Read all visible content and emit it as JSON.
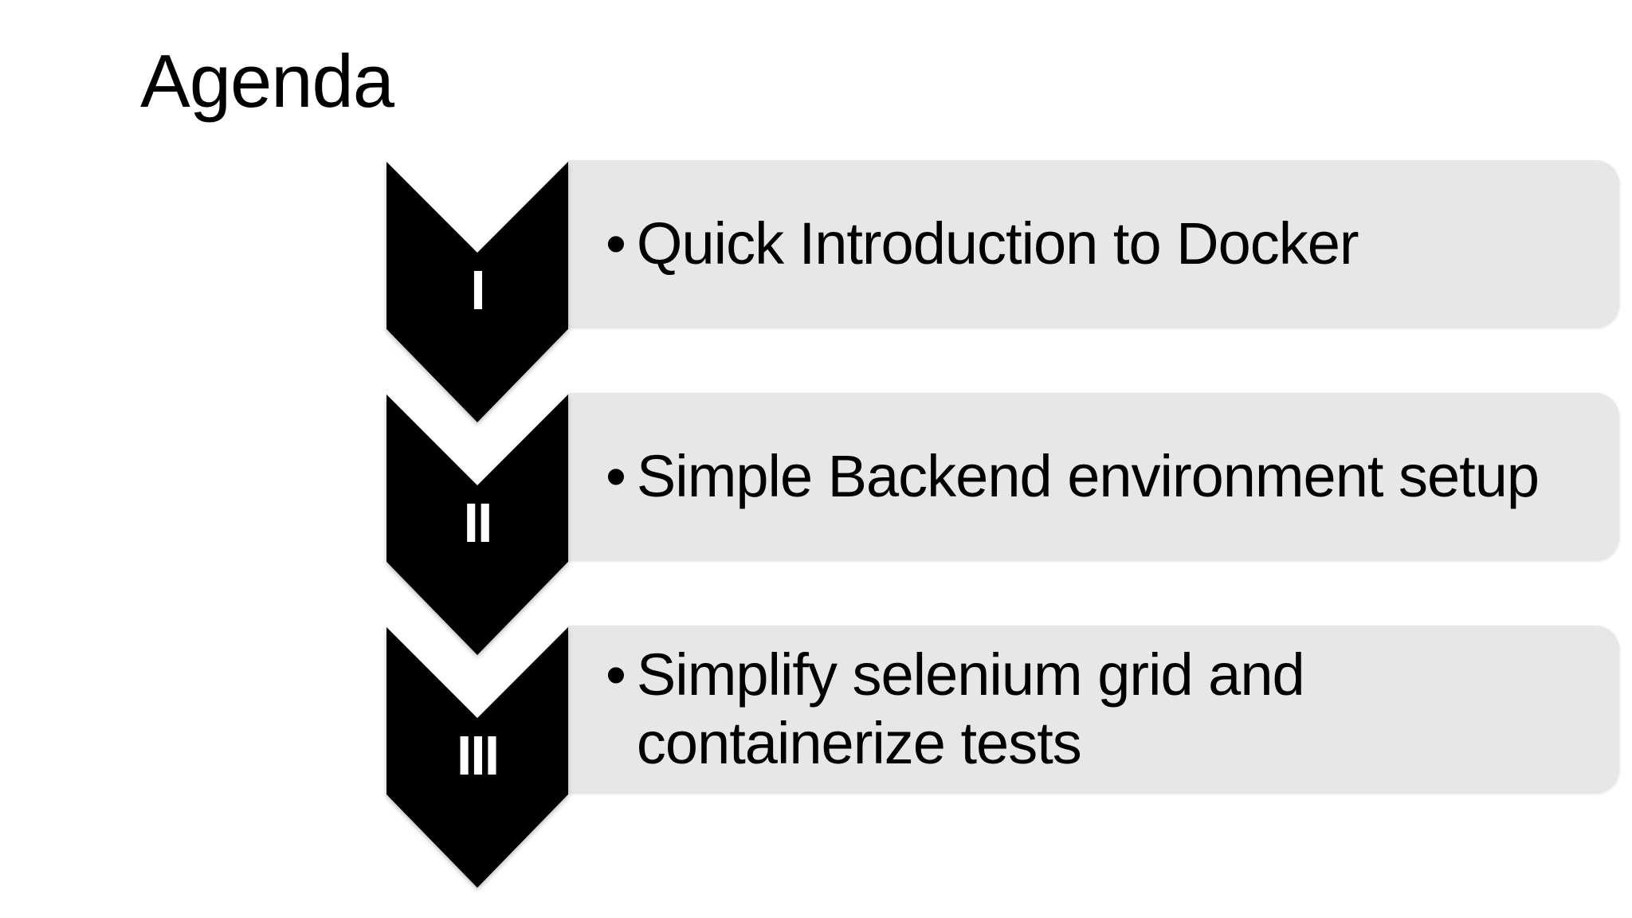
{
  "slide": {
    "title": "Agenda",
    "background_color": "#ffffff"
  },
  "diagram": {
    "type": "vertical-chevron-list",
    "chevron_fill": "#000000",
    "box_fill": "#e7e7e7",
    "text_color": "#000000",
    "numeral_color": "#ffffff",
    "bullet_char": "•",
    "steps": [
      {
        "numeral": "I",
        "text": "Quick Introduction to Docker"
      },
      {
        "numeral": "II",
        "text": "Simple Backend environment setup"
      },
      {
        "numeral": "III",
        "text": "Simplify selenium grid and\ncontainerize tests"
      }
    ]
  }
}
